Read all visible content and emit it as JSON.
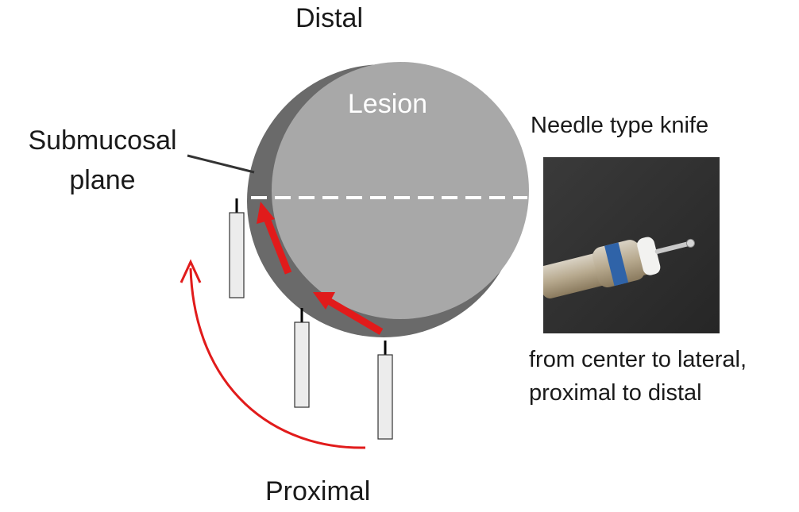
{
  "labels": {
    "distal": "Distal",
    "proximal": "Proximal",
    "lesion": "Lesion",
    "submucosal_line1": "Submucosal",
    "submucosal_line2": "plane",
    "needle_title": "Needle type knife",
    "caption_line1": "from center to lateral,",
    "caption_line2": "proximal to distal"
  },
  "colors": {
    "lesion_fill": "#a8a8a8",
    "submucosa_fill": "#6a6a6a",
    "arrow_red": "#e11b1b",
    "knife_fill": "#ececec",
    "photo_bg": "#2e2e2e",
    "sheath_blue": "#2f63a8"
  },
  "icons": {
    "knife": "endoscopic-knife-icon",
    "photo": "needle-knife-photo"
  }
}
